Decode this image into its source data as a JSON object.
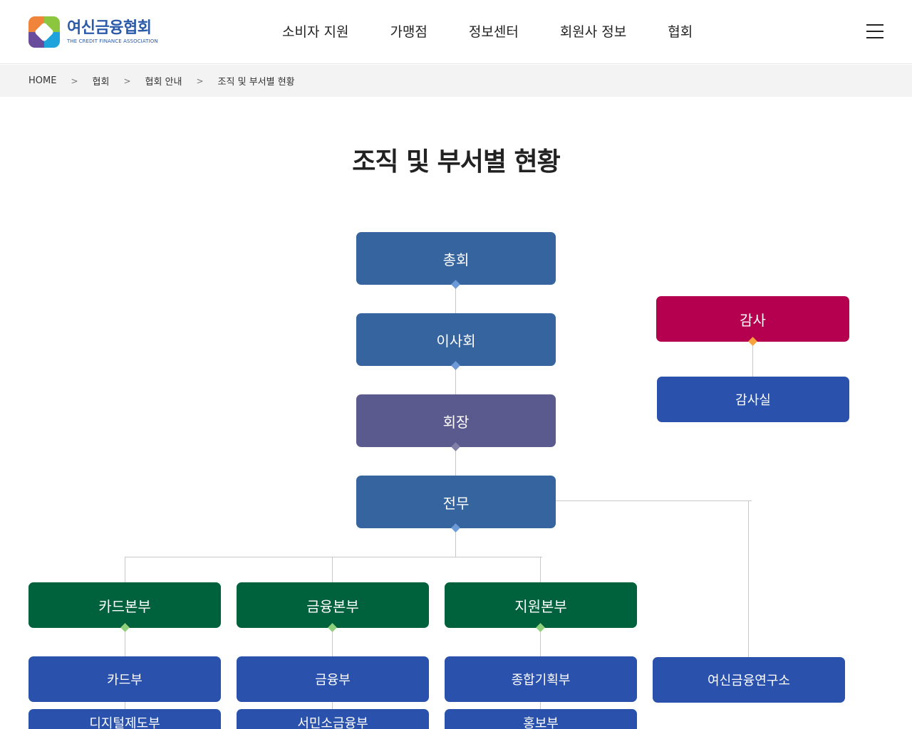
{
  "header": {
    "logo_ko": "여신금융협회",
    "logo_en": "THE CREDIT FINANCE ASSOCIATION",
    "nav": [
      "소비자 지원",
      "가맹점",
      "정보센터",
      "회원사 정보",
      "협회"
    ],
    "menu_icon": "hamburger-icon"
  },
  "breadcrumb": {
    "items": [
      "HOME",
      "협회",
      "협회 안내",
      "조직 및 부서별 현황"
    ],
    "separator": ">"
  },
  "page": {
    "title": "조직 및 부서별 현황"
  },
  "org": {
    "general_meeting": "총회",
    "board": "이사회",
    "chairman": "회장",
    "executive": "전무",
    "auditor": "감사",
    "audit_office": "감사실",
    "divisions": [
      "카드본부",
      "금융본부",
      "지원본부"
    ],
    "departments_row1": [
      "카드부",
      "금융부",
      "종합기획부",
      "여신금융연구소"
    ],
    "departments_row2": [
      "디지털제도부",
      "서민소금융부",
      "홍보부"
    ]
  },
  "colors": {
    "top_box": "#36649e",
    "chairman_box": "#5a5a8e",
    "auditor_box": "#b4004e",
    "division_box": "#00623d",
    "department_box": "#2a52ad"
  }
}
